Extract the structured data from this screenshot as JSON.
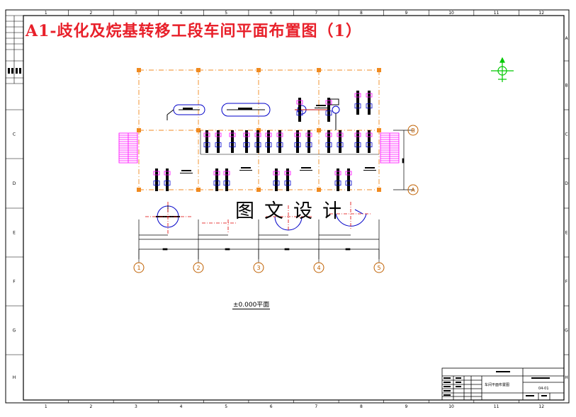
{
  "drawing": {
    "title": "A1-歧化及烷基转移工段车间平面布置图（1）",
    "watermark": "图文设计",
    "plan_caption": "±0.000平面",
    "title_block": {
      "name": "车间平面布置图",
      "code": "04-01"
    },
    "frame": {
      "column_numbers": [
        "1",
        "2",
        "3",
        "4",
        "5",
        "6",
        "7",
        "8",
        "9",
        "10",
        "11",
        "12"
      ],
      "row_letters_left": [
        "C",
        "D",
        "E",
        "F",
        "G",
        "H"
      ],
      "row_letters_right": [
        "A",
        "B",
        "C",
        "D",
        "E",
        "F",
        "G",
        "H"
      ]
    },
    "axes": {
      "columns": [
        "1",
        "2",
        "3",
        "4",
        "5"
      ],
      "rows": [
        "A",
        "B"
      ]
    },
    "colors": {
      "title": "#e8202a",
      "grid_line": "#f08a20",
      "equipment": "#0000c8",
      "stair": "#ff00ff",
      "north_arrow": "#00c800",
      "center_line": "#e00000",
      "axis_bubble": "#c06000"
    },
    "icons": {
      "north_arrow": "north-arrow-icon",
      "stair": "stair-icon"
    }
  }
}
